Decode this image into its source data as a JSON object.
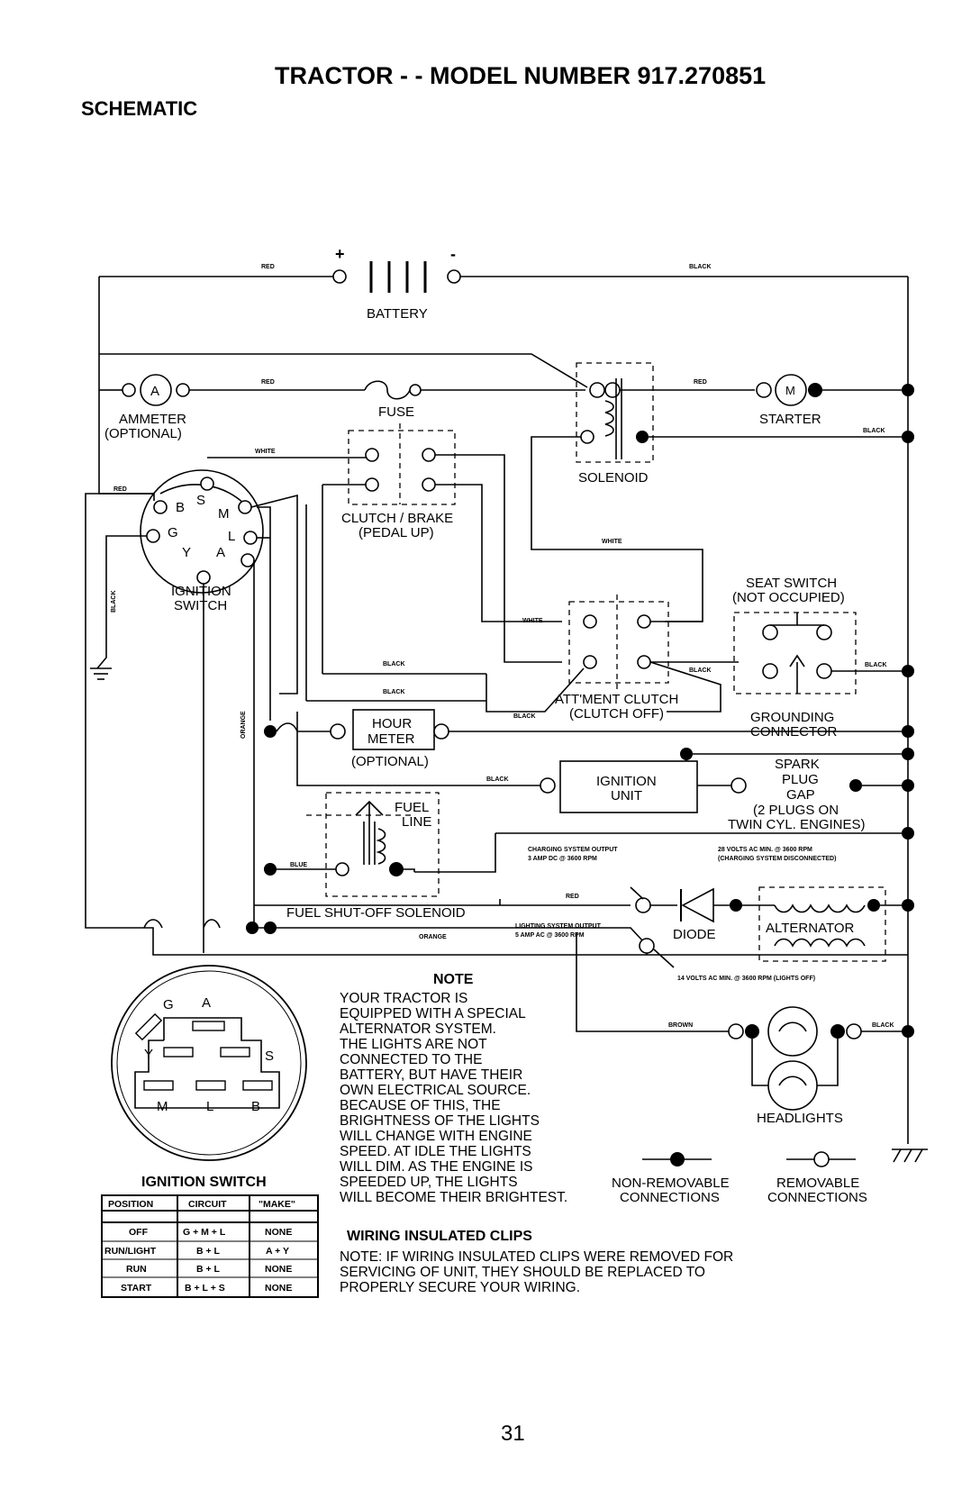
{
  "header": {
    "title": "TRACTOR - - MODEL NUMBER 917.270851",
    "section": "SCHEMATIC"
  },
  "components": {
    "battery": "BATTERY",
    "ammeter": "AMMETER",
    "ammeter_optional": "(OPTIONAL)",
    "ammeter_symbol": "A",
    "fuse": "FUSE",
    "starter": "STARTER",
    "starter_symbol": "M",
    "solenoid": "SOLENOID",
    "clutch_brake": "CLUTCH / BRAKE",
    "pedal_up": "(PEDAL UP)",
    "ignition_switch_line1": "IGNITION",
    "ignition_switch_line2": "SWITCH",
    "seat_switch": "SEAT SWITCH",
    "not_occupied": "(NOT OCCUPIED)",
    "attment_clutch": "ATT'MENT CLUTCH",
    "clutch_off": "(CLUTCH OFF)",
    "grounding_connector_line1": "GROUNDING",
    "grounding_connector_line2": "CONNECTOR",
    "hour_meter_line1": "HOUR",
    "hour_meter_line2": "METER",
    "hour_meter_optional": "(OPTIONAL)",
    "ignition_unit_line1": "IGNITION",
    "ignition_unit_line2": "UNIT",
    "spark_plug_line1": "SPARK",
    "spark_plug_line2": "PLUG",
    "spark_plug_line3": "GAP",
    "spark_plug_line4": "(2 PLUGS ON",
    "spark_plug_line5": "TWIN CYL. ENGINES)",
    "fuel_line_1": "FUEL",
    "fuel_line_2": "LINE",
    "fuel_shutoff": "FUEL SHUT-OFF SOLENOID",
    "diode": "DIODE",
    "alternator": "ALTERNATOR",
    "headlights": "HEADLIGHTS"
  },
  "switch_terminals": {
    "b": "B",
    "s": "S",
    "m": "M",
    "g": "G",
    "l": "L",
    "y": "Y",
    "a": "A"
  },
  "wires": {
    "red": "RED",
    "black": "BLACK",
    "white": "WHITE",
    "orange": "ORANGE",
    "blue": "BLUE",
    "brown": "BROWN"
  },
  "specs": {
    "charging_1": "CHARGING SYSTEM OUTPUT",
    "charging_2": "3 AMP DC @ 3600 RPM",
    "volts28_1": "28 VOLTS AC MIN. @ 3600 RPM",
    "volts28_2": "(CHARGING SYSTEM DISCONNECTED)",
    "lighting_1": "LIGHTING SYSTEM OUTPUT",
    "lighting_2": "5 AMP AC @ 3600 RPM",
    "volts14": "14 VOLTS AC MIN. @ 3600 RPM (LIGHTS OFF)"
  },
  "note": {
    "heading": "NOTE",
    "lines": [
      "YOUR TRACTOR IS",
      "EQUIPPED WITH A SPECIAL",
      "ALTERNATOR SYSTEM.",
      "THE LIGHTS ARE NOT",
      "CONNECTED TO THE",
      "BATTERY, BUT HAVE THEIR",
      "OWN ELECTRICAL SOURCE.",
      "BECAUSE OF THIS, THE",
      "BRIGHTNESS OF THE LIGHTS",
      "WILL CHANGE WITH ENGINE",
      "SPEED. AT IDLE THE LIGHTS",
      "WILL DIM. AS THE ENGINE IS",
      "SPEEDED UP, THE LIGHTS",
      "WILL BECOME THEIR BRIGHTEST."
    ]
  },
  "legend": {
    "non_removable_1": "NON-REMOVABLE",
    "non_removable_2": "CONNECTIONS",
    "removable_1": "REMOVABLE",
    "removable_2": "CONNECTIONS"
  },
  "clips": {
    "heading": "WIRING INSULATED CLIPS",
    "lines": [
      "NOTE: IF WIRING INSULATED CLIPS WERE REMOVED FOR",
      "SERVICING OF UNIT, THEY SHOULD BE REPLACED TO",
      "PROPERLY SECURE YOUR WIRING."
    ]
  },
  "ignition_table": {
    "title": "IGNITION SWITCH",
    "headers": [
      "POSITION",
      "CIRCUIT",
      "\"MAKE\""
    ],
    "rows": [
      [
        "OFF",
        "G + M + L",
        "NONE"
      ],
      [
        "RUN/LIGHT",
        "B + L",
        "A + Y"
      ],
      [
        "RUN",
        "B + L",
        "NONE"
      ],
      [
        "START",
        "B + L + S",
        "NONE"
      ]
    ]
  },
  "switch_face": {
    "a": "A",
    "g": "G",
    "y": "Y",
    "s": "S",
    "m": "M",
    "l": "L",
    "b": "B"
  },
  "page_number": "31"
}
